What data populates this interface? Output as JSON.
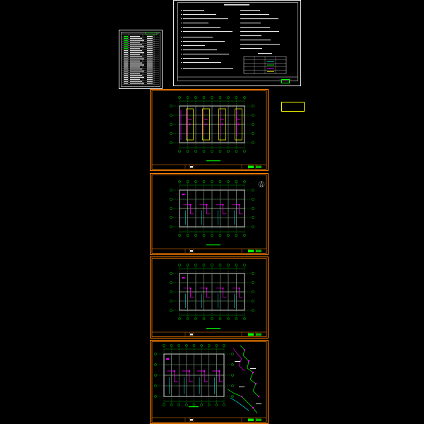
{
  "canvas": {
    "background": "#000000"
  },
  "colors": {
    "frame_orange": "#ff8000",
    "wall_white": "#e8e8e8",
    "axis_green": "#00ff00",
    "pipe_magenta": "#ff00ff",
    "pipe_yellow": "#ffff00",
    "pipe_cyan": "#00ffff",
    "wall_grey": "#9a9a9a"
  },
  "cover_sheet": {
    "title": "",
    "notes": []
  },
  "drawing_index": {
    "rows": 24
  },
  "label_box": {
    "text": ""
  },
  "sheets": [
    {
      "id": "floor-plan-1",
      "pipe_style": "yellow-risers"
    },
    {
      "id": "floor-plan-2",
      "pipe_style": "magenta-branches"
    },
    {
      "id": "floor-plan-3",
      "pipe_style": "magenta-branches"
    },
    {
      "id": "floor-plan-4-with-isometric",
      "pipe_style": "isometric"
    }
  ],
  "icons": {
    "north_arrow": "compass-north-icon"
  }
}
